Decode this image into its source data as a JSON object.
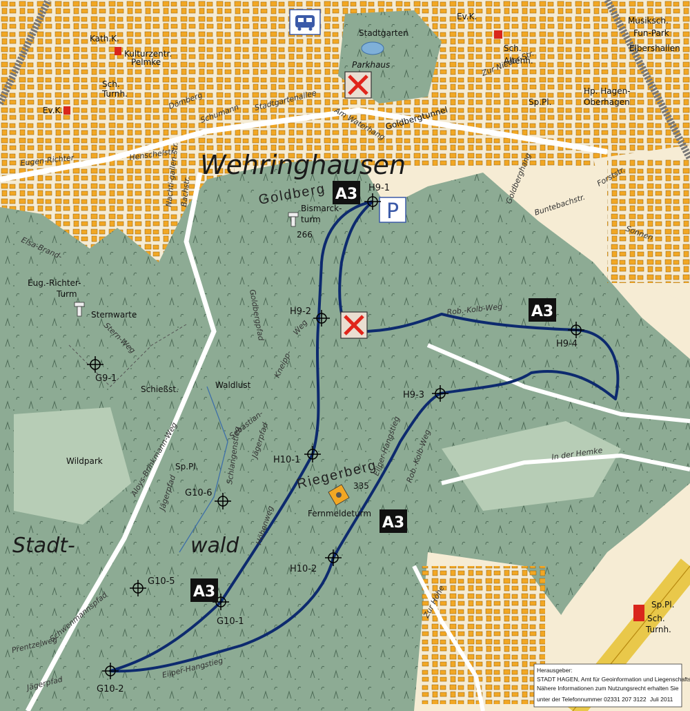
{
  "map": {
    "district": "Wehringhausen",
    "route_label": "A3",
    "parking_letter": "P",
    "bus_icon": "bus-icon",
    "areas": {
      "stadtwald_1": "Stadt-",
      "stadtwald_2": "wald",
      "goldberg": "Goldberg",
      "riegerberg": "Riegerberg"
    },
    "stations": [
      "H9-1",
      "H9-2",
      "H9-3",
      "H9-4",
      "H10-1",
      "H10-2",
      "G10-1",
      "G10-2",
      "G10-5",
      "G10-6",
      "G9-1"
    ],
    "landmarks": {
      "bismarck": "Bismarck-",
      "bismarck_2": "turm",
      "bismarck_alt": "266",
      "richter": "Eug.-Richter-",
      "richter_2": "Turm",
      "sternwarte": "Sternwarte",
      "fernmelde": "Fernmeldeturm",
      "fernmelde_alt": "335",
      "waldlust": "Waldlust",
      "schiessst": "Schießst.",
      "wildpark": "Wildpark",
      "sppl": "Sp.Pl.",
      "parkhaus": "Parkhaus",
      "stadtgarten": "Stadtgarten",
      "hagen_ober_1": "Hp. Hagen-",
      "hagen_ober_2": "Oberhagen",
      "musiksch": "Musiksch.",
      "funpark": "Fun-Park",
      "elbershallen": "Elbershallen",
      "sch": "Sch.",
      "turnh": "Turnh.",
      "kathk": "Kath.K.",
      "evk": "Ev.K.",
      "altenh": "Altenh.",
      "kultur_1": "Kulturzentr.",
      "kultur_2": "Pelmke",
      "goldbergtunnel": "Goldbergtunnel"
    },
    "streets": {
      "rob_kolb_weg": "Rob.-Kolb-Weg",
      "rob_kolb_weg_2": "Rob.-Kolb-Weg",
      "eilper_hangstieg": "Eilper-Hangstieg",
      "eilper_hangstieg_2": "Eilper-Hangstieg",
      "hoehenweg": "Höhenweg",
      "jaegerpfad": "Jägerpfad",
      "jaegerpfad_2": "Jägerpfad",
      "jaegerpfad_3": "Jägerpfad",
      "prentzelweg": "Prentzelweg",
      "schwenmannspfad": "Schwenmannspfad",
      "aloys": "Aloys-Brinkmann-Weg",
      "schlangenstieg": "Schlangenstieg",
      "sebastian": "Sebastian-",
      "kneipp": "Kneipp-",
      "weg": "Weg",
      "in_der_hemke": "In der Hemke",
      "zur_hoehe": "Zur Höhe",
      "buntebachstr": "Buntebachstr.",
      "goldberghang": "Goldberghang",
      "goldbergpfad": "Goldbergpfad",
      "henschelstr": "Henschelstr.",
      "stadtgartenallee": "Stadtgartenallee",
      "schumannstr": "Schumann",
      "doernbergstr": "Dömberg",
      "am_waterhang": "Am Waterhang",
      "eugen_richter": "Eugen-Richter",
      "zur_nieder": "Zur Nieder-Str.",
      "fichtestr": "Forststr.",
      "sonnenstr": "Sonnen",
      "elsa_brand": "Elsa-Brand-",
      "sternweg": "Stern-Weg",
      "bachstr": "Bachstr.",
      "nachtigallstr": "Nachti-gallen-str."
    },
    "imprint": {
      "line1": "Herausgeber:",
      "line2": "STADT HAGEN, Amt für Geoinformation und Liegenschaftskataster",
      "line3": "Nähere Informationen zum Nutzungsrecht erhalten Sie",
      "line4": "unter der Telefonnummer 02331 207 3122",
      "date": "Juli 2011"
    },
    "colors": {
      "forest": "#8dab94",
      "urban_bg": "#f6ecd4",
      "building": "#f2a724",
      "route": "#0d2a6e",
      "highway": "#e9c84a",
      "church": "#d9261c"
    }
  }
}
